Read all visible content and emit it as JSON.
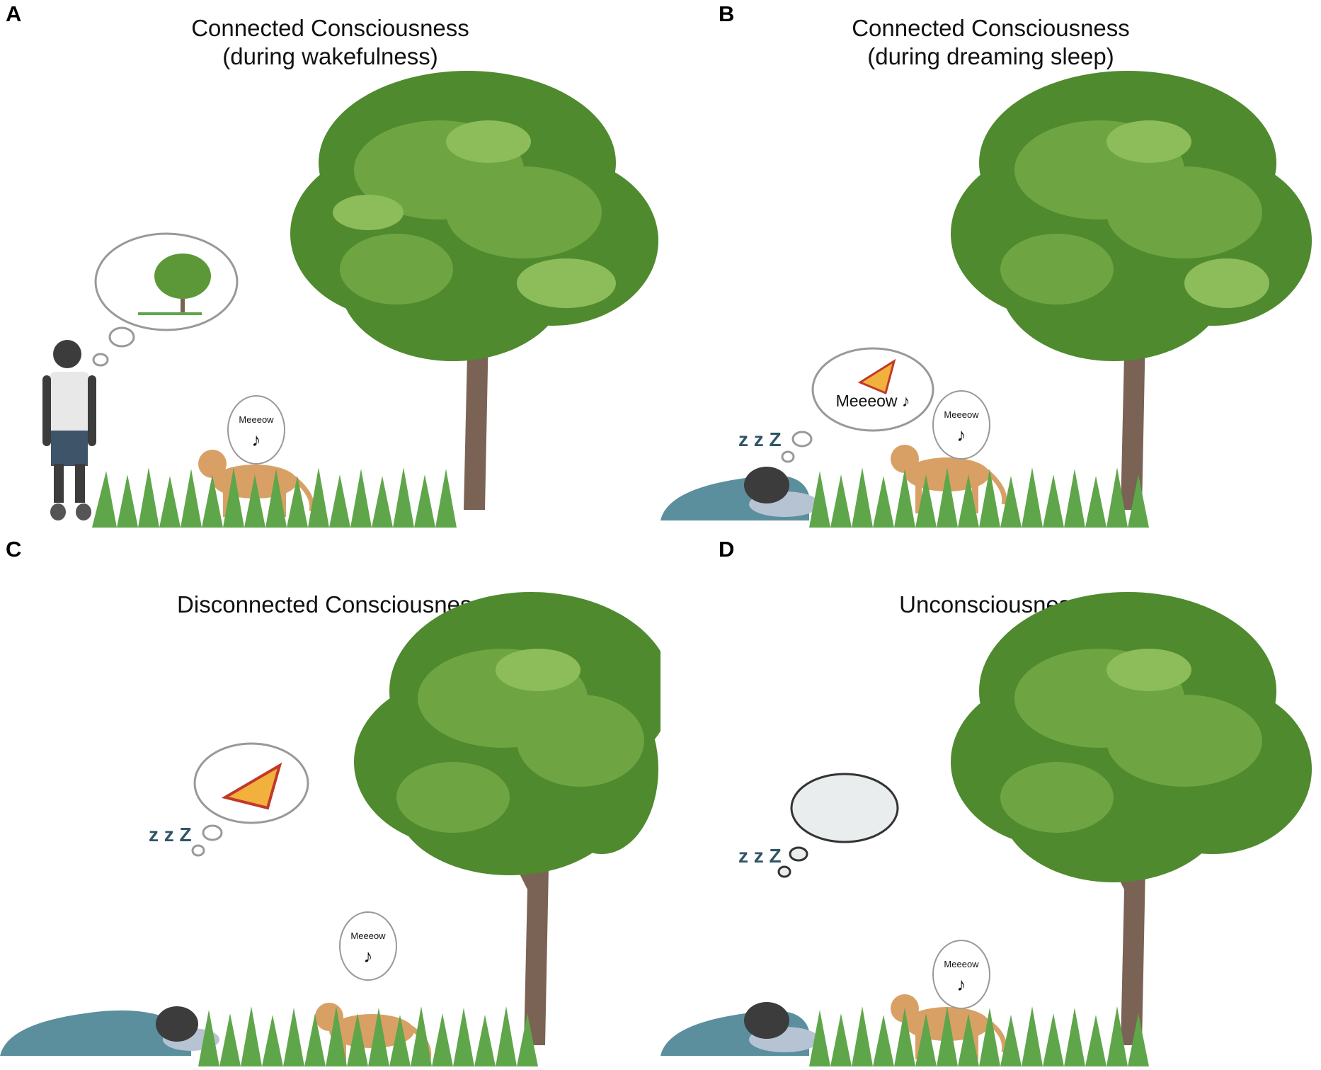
{
  "panels": [
    {
      "letter": "A",
      "title_line1": "Connected Consciousness",
      "title_line2": "(during wakefulness)",
      "cat_speech": "Meeeow",
      "note": "♪"
    },
    {
      "letter": "B",
      "title_line1": "Connected Consciousness",
      "title_line2": "(during dreaming sleep)",
      "cat_speech": "Meeeow",
      "note": "♪",
      "dream_speech": "Meeeow ♪"
    },
    {
      "letter": "C",
      "title_line1": "Disconnected Consciousness",
      "title_line2": "",
      "cat_speech": "Meeeow",
      "note": "♪"
    },
    {
      "letter": "D",
      "title_line1": "Unconsciousness",
      "title_line2": "",
      "cat_speech": "Meeeow",
      "note": "♪"
    }
  ],
  "sleep_sound": "z z Z",
  "colors": {
    "foliage_dark": "#4f8a2e",
    "foliage_mid": "#6ea542",
    "foliage_light": "#8cbd5a",
    "trunk": "#7a6354",
    "grass": "#5fa64a",
    "cat": "#d9a066",
    "blanket": "#5b8f9d",
    "person": "#3c3c3c",
    "pillow": "#b6c3d3",
    "zzz": "#2f5566"
  },
  "icons": [
    "tree-icon",
    "cat-icon",
    "person-icon",
    "sleeping-person-icon",
    "pizza-icon",
    "thought-bubble-icon",
    "speech-bubble-icon",
    "music-note-icon"
  ]
}
